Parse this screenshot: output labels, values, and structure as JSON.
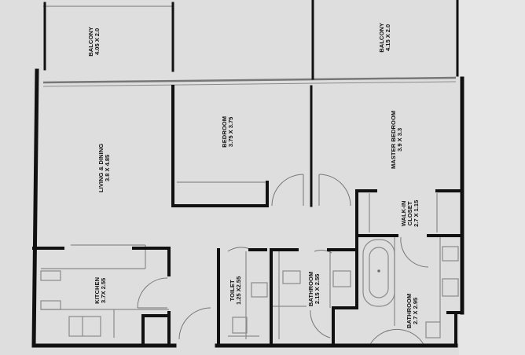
{
  "plan": {
    "type": "apartment floor plan",
    "background": "#dedede",
    "wall_color": "#111111",
    "fixture_color": "#8a8a8a"
  },
  "rooms": {
    "balcony_left": {
      "name": "BALCONY",
      "dim": "4.05 X 2.0"
    },
    "balcony_right": {
      "name": "BALCONY",
      "dim": "4.15 X 2.0"
    },
    "living_dining": {
      "name": "LIVING & DINING",
      "dim": "3.8 X 4.85"
    },
    "bedroom": {
      "name": "BEDROOM",
      "dim": "3.75 X 3.75"
    },
    "master_bedroom": {
      "name": "MASTER BEDROOM",
      "dim": "3.9 X 3.3"
    },
    "walk_in_closet": {
      "name": "WALK-IN",
      "name2": "CLOSET",
      "dim": "2.7 X 1.15"
    },
    "kitchen": {
      "name": "KITCHEN",
      "dim": "3.7X 2.55"
    },
    "toilet": {
      "name": "TOILET",
      "dim": "1.25 X2.55"
    },
    "bathroom_1": {
      "name": "BATHROOM",
      "dim": "2.15 X 2.55"
    },
    "bathroom_2": {
      "name": "BATHROOM",
      "dim": "2.7 X 2.95"
    }
  }
}
